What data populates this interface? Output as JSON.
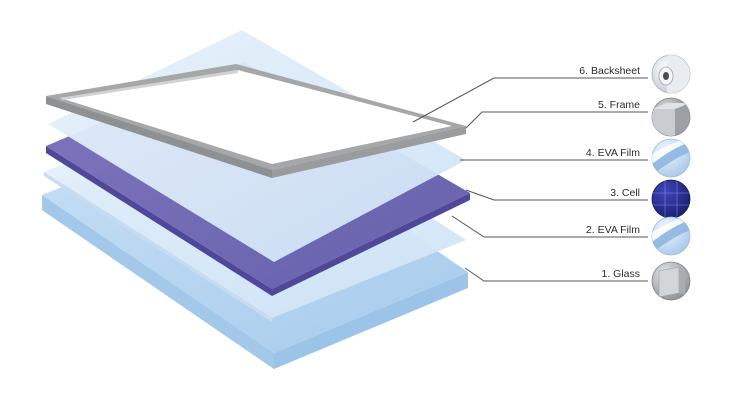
{
  "layers": [
    {
      "label": "6. Backsheet",
      "icon": "backsheet-roll-icon",
      "color": "#d8dde2"
    },
    {
      "label": "5. Frame",
      "icon": "aluminum-frame-icon",
      "color": "#9aa0a6"
    },
    {
      "label": "4. EVA Film",
      "icon": "eva-film-icon",
      "color": "#bcd6f2"
    },
    {
      "label": "3. Cell",
      "icon": "solar-cell-icon",
      "color": "#2a2f8f"
    },
    {
      "label": "2. EVA Film",
      "icon": "eva-film-icon",
      "color": "#bcd6f2"
    },
    {
      "label": "1. Glass",
      "icon": "glass-icon",
      "color": "#b9bcc0"
    }
  ],
  "colors": {
    "glass": "#a9cdee",
    "eva": "#d6e8f8",
    "cell": "#6b64ae",
    "frame": "#a9abad",
    "leader": "#555555"
  }
}
